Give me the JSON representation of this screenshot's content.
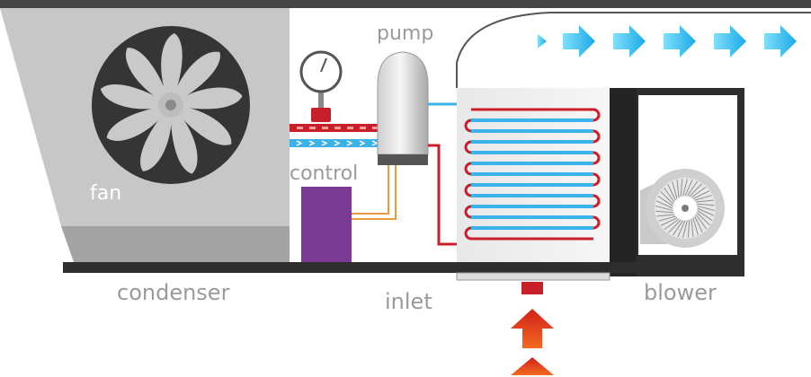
{
  "labels": {
    "fan": "fan",
    "pump": "pump",
    "control": "control",
    "condenser": "condenser",
    "inlet": "inlet",
    "blower": "blower"
  },
  "colors": {
    "housing_gray": "#c7c7c7",
    "housing_dark_gray": "#9c9c9c",
    "fan_dark": "#333333",
    "fan_blade": "#c9c9c9",
    "base_bar": "#2e2e2e",
    "hot_line": "#c8202a",
    "cold_line": "#3bb2e8",
    "control_box": "#7a3a94",
    "control_wire": "#e89a3a",
    "air_arrow_blue": "#2ec3ef",
    "air_arrow_red": "#e0361c"
  },
  "outflow_arrow_count": 5,
  "inflow_arrow_count": 2
}
